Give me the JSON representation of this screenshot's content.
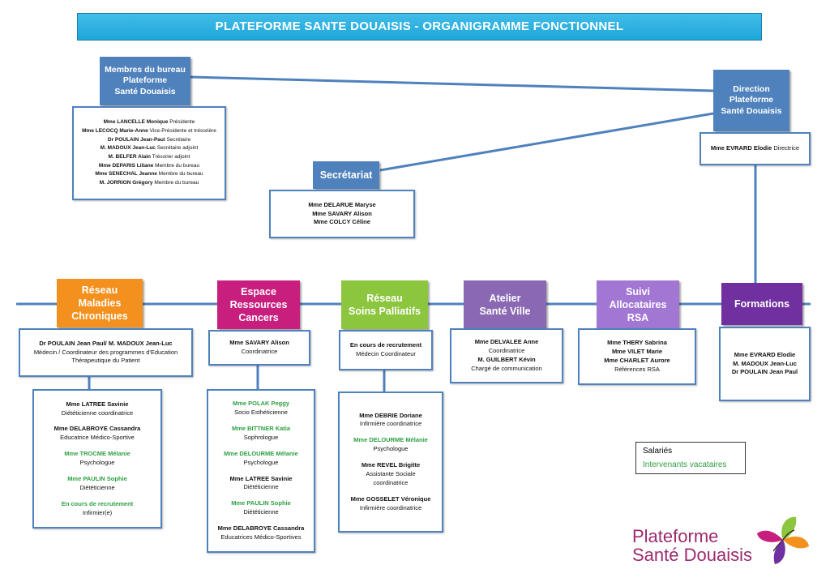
{
  "title": "PLATEFORME SANTE DOUAISIS - ORGANIGRAMME FONCTIONNEL",
  "bureau": {
    "header": [
      "Membres du bureau",
      "Plateforme",
      "Santé Douaisis"
    ],
    "members": [
      {
        "name": "Mme LANCELLE Monique",
        "role": "Présidente"
      },
      {
        "name": "Mme LECOCQ Marie-Anne",
        "role": "Vice-Présidente et trésorière"
      },
      {
        "name": "Dr POULAIN Jean-Paul",
        "role": "Secrétaire"
      },
      {
        "name": "M. MADOUX Jean-Luc",
        "role": "Secrétaire adjoint"
      },
      {
        "name": "M. BELFER Alain",
        "role": "Trésorier adjoint"
      },
      {
        "name": "Mme DEPARIS Liliane",
        "role": "Membre du bureau"
      },
      {
        "name": "Mme SENECHAL Jeanne",
        "role": "Membre du bureau"
      },
      {
        "name": "M. JORRION Grégory",
        "role": "Membre du bureau"
      }
    ]
  },
  "direction": {
    "header": [
      "Direction",
      "Plateforme",
      "Santé Douaisis"
    ],
    "member": {
      "name": "Mme EVRARD Elodie",
      "role": "Directrice"
    }
  },
  "secretariat": {
    "header": "Secrétariat",
    "members": [
      "Mme DELARUE Maryse",
      "Mme SAVARY Alison",
      "Mme COLCY Céline"
    ]
  },
  "departments": [
    {
      "header": [
        "Réseau",
        "Maladies",
        "Chroniques"
      ],
      "color": "#f4901e",
      "lead": [
        "Dr POULAIN Jean Paul/ M. MADOUX Jean-Luc",
        "Médecin / Coordinateur des programmes d'Education",
        "Thérapeutique du Patient"
      ],
      "staff": [
        {
          "name": "Mme LATREE Savinie",
          "role": "Diététicienne coordinatrice",
          "type": "salarie"
        },
        {
          "name": "Mme DELABROYE Cassandra",
          "role": "Educatrice Médico-Sportive",
          "type": "salarie"
        },
        {
          "name": "Mme TROCME Mélanie",
          "role": "Psychologue",
          "type": "vacataire"
        },
        {
          "name": "Mme PAULIN Sophie",
          "role": "Diététicienne",
          "type": "vacataire"
        },
        {
          "name": "En cours de recrutement",
          "role": "Infirmier(e)",
          "type": "vacataire"
        }
      ]
    },
    {
      "header": [
        "Espace",
        "Ressources",
        "Cancers"
      ],
      "color": "#c81f7f",
      "lead": [
        "Mme SAVARY Alison",
        "Coordinatrice"
      ],
      "staff": [
        {
          "name": "Mme POLAK Peggy",
          "role": "Socio Esthéticienne",
          "type": "vacataire"
        },
        {
          "name": "Mme BITTNER Katia",
          "role": "Sophrologue",
          "type": "vacataire"
        },
        {
          "name": "Mme DELOURME Mélanie",
          "role": "Psychologue",
          "type": "vacataire"
        },
        {
          "name": "Mme LATREE Savinie",
          "role": "Diététicienne",
          "type": "salarie"
        },
        {
          "name": "Mme PAULIN Sophie",
          "role": "Diététicienne",
          "type": "vacataire"
        },
        {
          "name": "Mme DELABROYE Cassandra",
          "role": "Educatrices Médico-Sportives",
          "type": "salarie"
        }
      ]
    },
    {
      "header": [
        "Réseau",
        "Soins Palliatifs"
      ],
      "color": "#8cc63e",
      "lead": [
        "En cours de recrutement",
        "Médecin Coordinateur"
      ],
      "staff": [
        {
          "name": "Mme DEBRIE Doriane",
          "role": "Infirmière coordinatrice",
          "type": "salarie"
        },
        {
          "name": "Mme DELOURME Mélanie",
          "role": "Psychologue",
          "type": "vacataire"
        },
        {
          "name": "Mme REVEL Brigitte",
          "role": "Assistante Sociale coordinatrice",
          "type": "salarie"
        },
        {
          "name": "Mme GOSSELET Véronique",
          "role": "Infirmière coordinatrice",
          "type": "salarie"
        }
      ]
    },
    {
      "header": [
        "Atelier",
        "Santé Ville"
      ],
      "color": "#8a68b4",
      "lead": [
        "Mme DELVALEE Anne",
        "Coordinatrice",
        "M. GUILBERT Kévin",
        "Chargé de communication"
      ]
    },
    {
      "header": [
        "Suivi Allocataires",
        "RSA"
      ],
      "color": "#a277d4",
      "lead": [
        "Mme THERY Sabrina",
        "Mme VILET Marie",
        "Mme CHARLET Aurore",
        "Références RSA"
      ]
    },
    {
      "header": [
        "Formations"
      ],
      "color": "#7030a0",
      "lead": [
        "Mme EVRARD Elodie",
        "M. MADOUX Jean-Luc",
        "Dr POULAIN Jean Paul"
      ]
    }
  ],
  "legend": {
    "salaries": "Salariés",
    "vacataires": "Intervenants vacataires",
    "salarie_color": "#111111",
    "vacataire_color": "#2ea043"
  },
  "logo": {
    "line1": "Plateforme",
    "line2": "Santé Douaisis"
  }
}
